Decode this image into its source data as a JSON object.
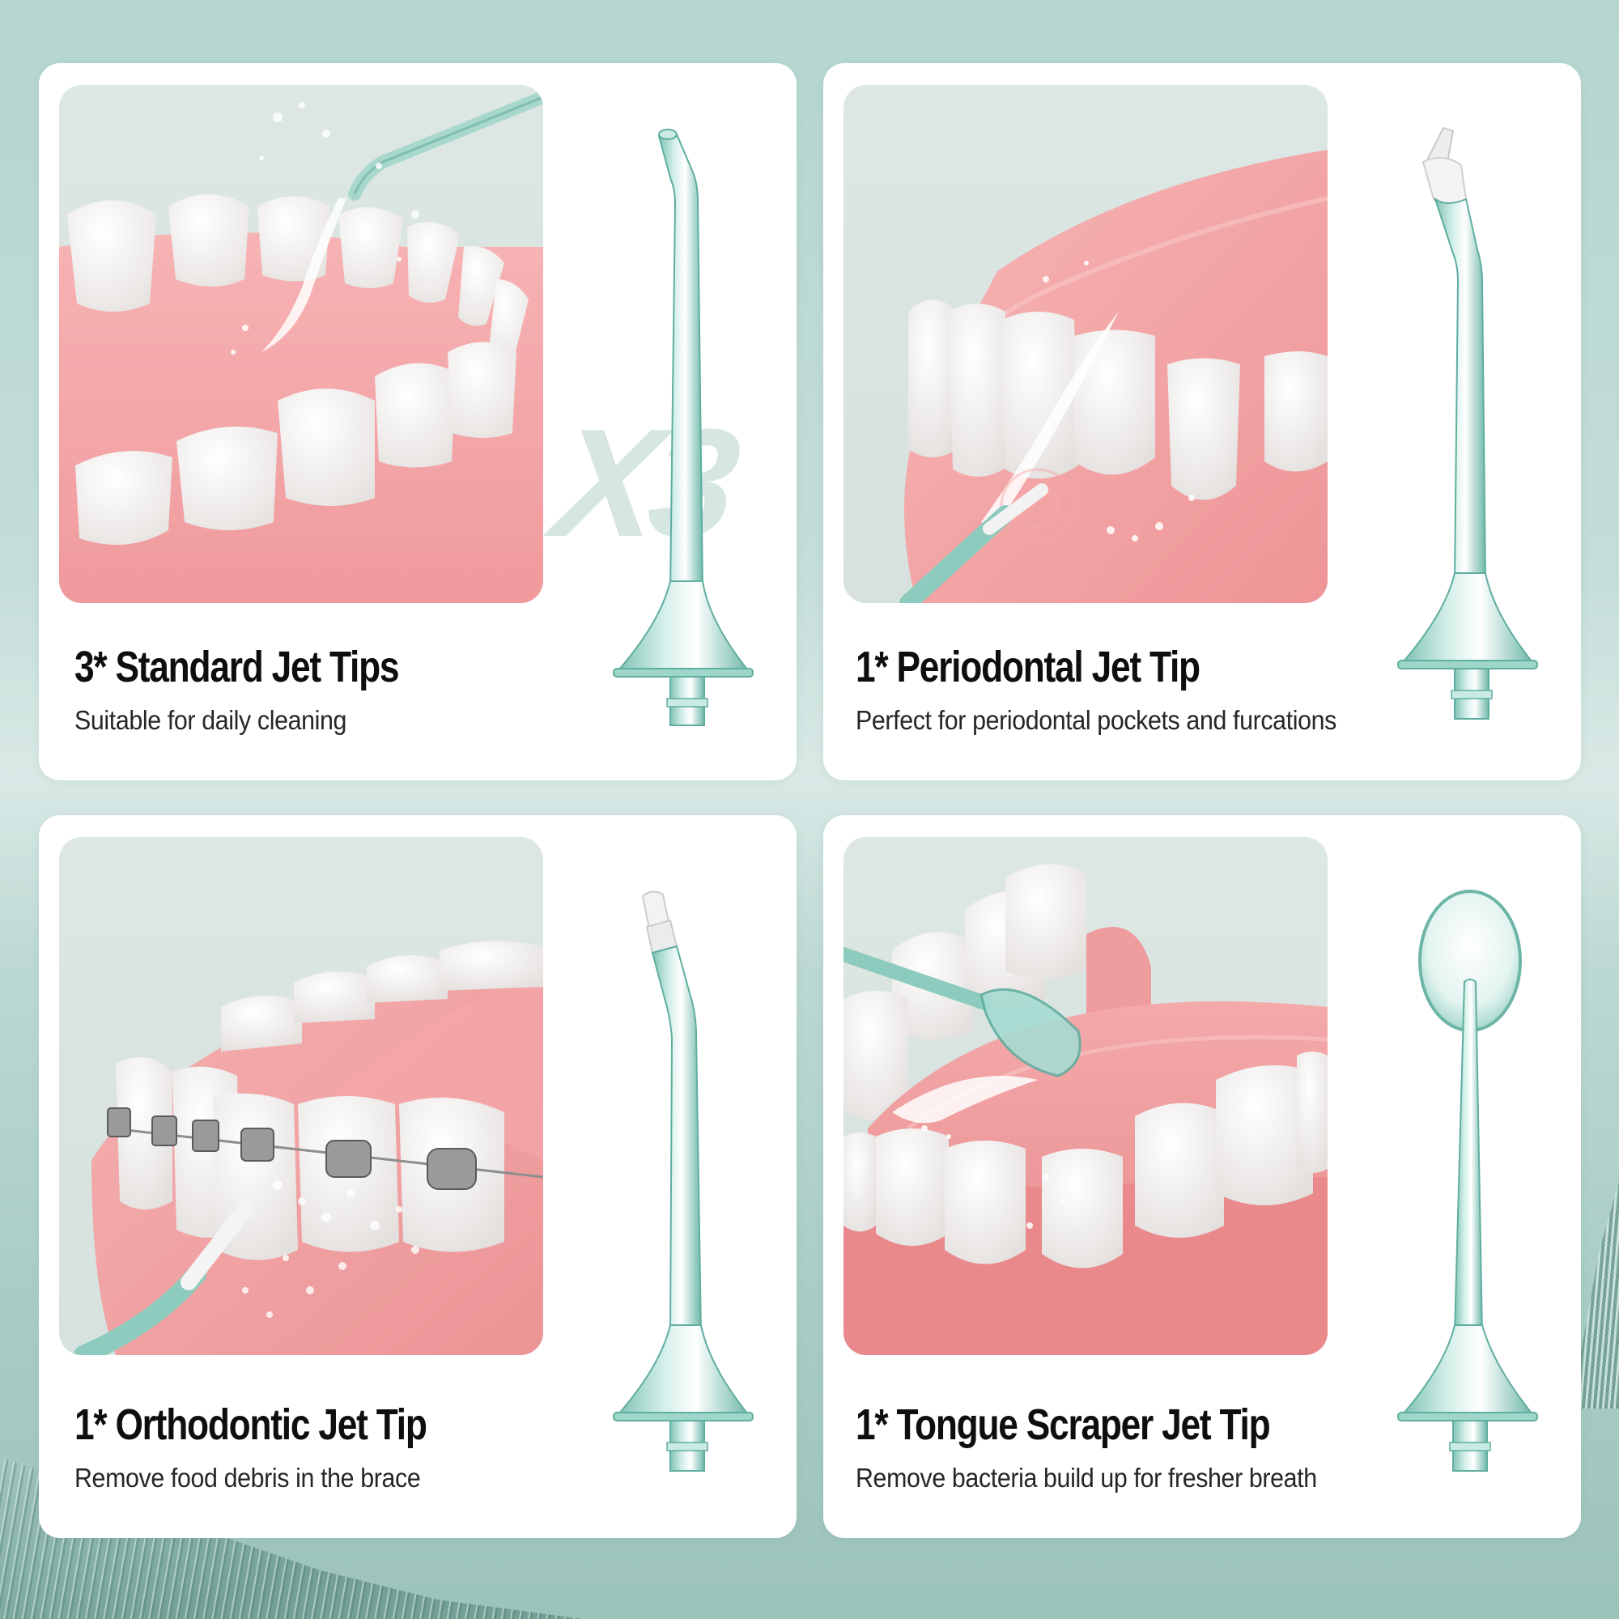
{
  "colors": {
    "background_teal": "#b5d5cf",
    "card_bg": "#ffffff",
    "panel_bg": "#dde7e4",
    "gum_pink": "#f2a6a8",
    "tooth_white": "#f7f5f3",
    "tip_teal": "#8fd0c4",
    "tip_edge": "#5fae9f",
    "title_color": "#0e0e0e",
    "subtitle_color": "#262626",
    "watermark": "#d6e7e3"
  },
  "cards": [
    {
      "id": "standard",
      "title": "3* Standard Jet Tips",
      "subtitle": "Suitable for daily cleaning",
      "quantity_watermark": "X3",
      "illustration": "water jet cleaning between lower and upper teeth",
      "tip_type": "standard-bent-tip"
    },
    {
      "id": "periodontal",
      "title": "1* Periodontal Jet Tip",
      "subtitle": "Perfect for periodontal pockets and furcations",
      "illustration": "soft-tipped jet cleaning along gumline",
      "tip_type": "periodontal-tip-white-cone"
    },
    {
      "id": "orthodontic",
      "title": "1* Orthodontic Jet Tip",
      "subtitle": "Remove food debris in the brace",
      "illustration": "jet cleaning teeth with metal braces",
      "tip_type": "orthodontic-tip-white-brush"
    },
    {
      "id": "tongue-scraper",
      "title": "1* Tongue Scraper Jet Tip",
      "subtitle": "Remove bacteria build up for fresher breath",
      "illustration": "spoon-shaped scraper cleaning tongue",
      "tip_type": "tongue-scraper-spoon-tip"
    }
  ]
}
